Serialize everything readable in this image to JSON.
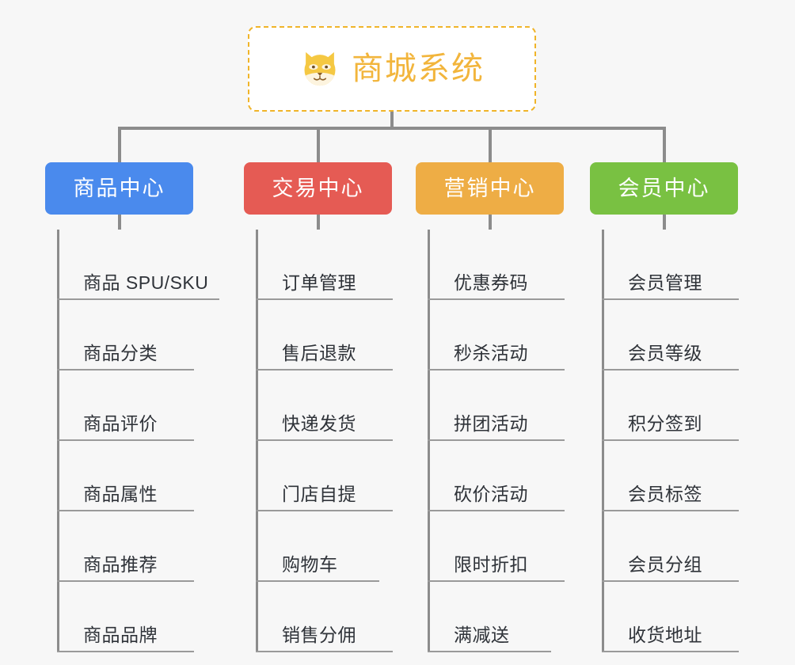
{
  "diagram": {
    "background_color": "#f7f7f7",
    "root": {
      "title": "商城系统",
      "icon": "shiba-dog-face-emoji",
      "text_color": "#f2b53c",
      "border_color": "#f0b429",
      "background_color": "#ffffff"
    },
    "connector_color": "#8c8c8c",
    "leaf_text_color": "#2f3339",
    "leaf_rule_color": "#9a9a9a",
    "branches": [
      {
        "label": "商品中心",
        "color": "#4a8aed",
        "items": [
          "商品 SPU/SKU",
          "商品分类",
          "商品评价",
          "商品属性",
          "商品推荐",
          "商品品牌"
        ]
      },
      {
        "label": "交易中心",
        "color": "#e55b54",
        "items": [
          "订单管理",
          "售后退款",
          "快递发货",
          "门店自提",
          "购物车",
          "销售分佣"
        ]
      },
      {
        "label": "营销中心",
        "color": "#eead45",
        "items": [
          "优惠券码",
          "秒杀活动",
          "拼团活动",
          "砍价活动",
          "限时折扣",
          "满减送"
        ]
      },
      {
        "label": "会员中心",
        "color": "#79c142",
        "items": [
          "会员管理",
          "会员等级",
          "积分签到",
          "会员标签",
          "会员分组",
          "收货地址"
        ]
      }
    ]
  }
}
